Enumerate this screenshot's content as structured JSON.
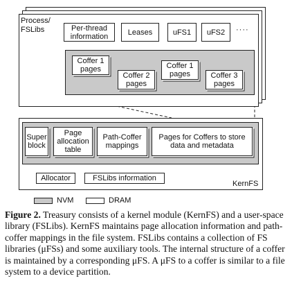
{
  "diagram": {
    "process_label": "Process/\nFSLibs",
    "per_thread_info": "Per-thread\ninformation",
    "leases": "Leases",
    "ufs1": "uFS1",
    "ufs2": "uFS2",
    "ellipsis": "····",
    "coffer1_pages_left": "Coffer 1\npages",
    "coffer2_pages": "Coffer 2\npages",
    "coffer1_pages_right": "Coffer 1\npages",
    "coffer3_pages": "Coffer 3\npages",
    "super_block": "Super\nblock",
    "page_allocation_table": "Page\nallocation\ntable",
    "path_coffer_mappings": "Path-Coffer\nmappings",
    "pages_for_coffers": "Pages for Coffers to store\ndata and metadata",
    "allocator": "Allocator",
    "fslibs_information": "FSLibs information",
    "kernfs_label": "KernFS",
    "legend_nvm": "NVM",
    "legend_dram": "DRAM"
  },
  "caption": {
    "figure_label": "Figure 2.",
    "text": "Treasury consists of a kernel module (KernFS) and a user-space library (FSLibs). KernFS maintains page allocation information and path-coffer mappings in the file system. FSLibs contains a collection of FS libraries (μFSs) and some auxiliary tools. The internal structure of a coffer is maintained by a corresponding μFS. A μFS to a coffer is similar to a file system to a device partition."
  },
  "colors": {
    "nvm": "#c9c9c9",
    "dram": "#ffffff",
    "stroke": "#222222"
  }
}
